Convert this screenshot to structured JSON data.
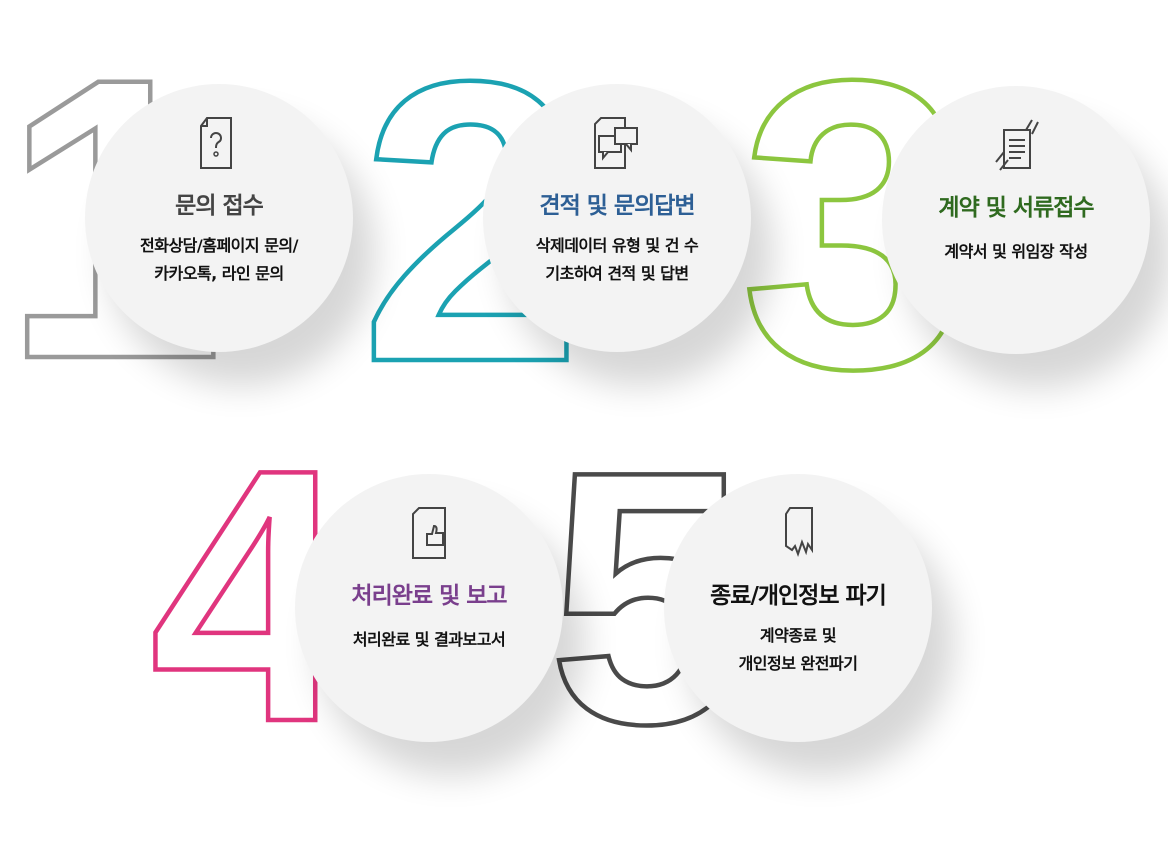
{
  "steps": [
    {
      "number": "1",
      "title": "문의 접수",
      "desc_lines": [
        "전화상담/홈페이지 문의/",
        "카카오톡, 라인 문의"
      ],
      "icon": "document-question-icon",
      "number_color": "#9a9a9a",
      "title_color": "#444444"
    },
    {
      "number": "2",
      "title": "견적 및 문의답변",
      "desc_lines": [
        "삭제데이터 유형 및 건 수",
        "기초하여 견적 및 답변"
      ],
      "icon": "document-chat-icon",
      "number_color": "#1ba2b2",
      "title_color": "#2d5f95"
    },
    {
      "number": "3",
      "title": "계약 및 서류접수",
      "desc_lines": [
        "계약서 및 위임장 작성"
      ],
      "icon": "document-handover-icon",
      "number_color": "#8cc63f",
      "title_color": "#2f6a1f"
    },
    {
      "number": "4",
      "title": "처리완료 및 보고",
      "desc_lines": [
        "처리완료 및 결과보고서"
      ],
      "icon": "document-thumbs-up-icon",
      "number_color": "#e0357e",
      "title_color": "#7a3f8d"
    },
    {
      "number": "5",
      "title": "종료/개인정보 파기",
      "desc_lines": [
        "계약종료 및",
        "개인정보 완전파기"
      ],
      "icon": "document-torn-icon",
      "number_color": "#4a4a4a",
      "title_color": "#111111"
    }
  ]
}
